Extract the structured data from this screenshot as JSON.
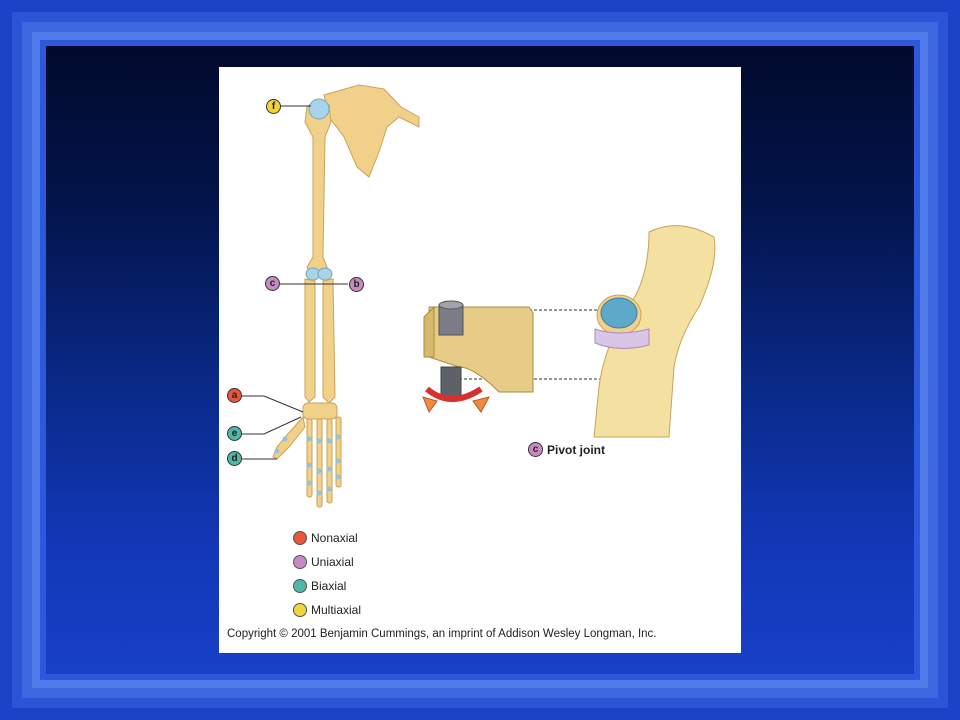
{
  "colors": {
    "nonaxial": "#e8573a",
    "uniaxial": "#c98ac4",
    "biaxial": "#4fb8a8",
    "multiaxial": "#f3d33b",
    "bone": "#f1d08a",
    "cartilage": "#a9d3e8"
  },
  "callouts": {
    "a": "a",
    "b": "b",
    "c": "c",
    "d": "d",
    "e": "e",
    "f": "f"
  },
  "pivot": {
    "marker": "c",
    "label": "Pivot joint"
  },
  "legend": [
    {
      "label": "Nonaxial",
      "color": "#e8573a"
    },
    {
      "label": "Uniaxial",
      "color": "#c98ac4"
    },
    {
      "label": "Biaxial",
      "color": "#4fb8a8"
    },
    {
      "label": "Multiaxial",
      "color": "#f3d33b"
    }
  ],
  "copyright": "Copyright © 2001 Benjamin Cummings, an imprint of Addison Wesley Longman, Inc."
}
